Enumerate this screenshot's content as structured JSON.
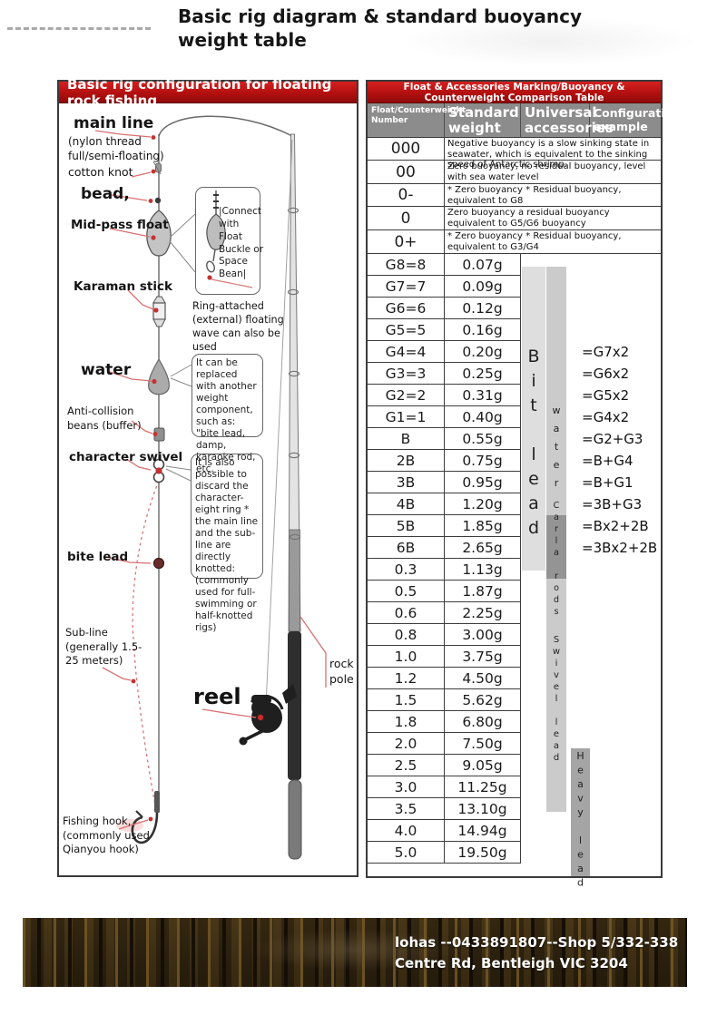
{
  "title": {
    "line1": "Basic rig diagram & standard buoyancy",
    "line2": "weight table"
  },
  "left_panel": {
    "header": "Basic rig configuration for floating rock fishing",
    "labels": {
      "main_line": "main line",
      "nylon_note": "(nylon thread full/semi-floating)",
      "cotton_knot": "cotton knot",
      "bead": "bead,",
      "mid_pass_float": "Mid-pass float",
      "karaman_stick": "Karaman stick",
      "water": "water",
      "anti_collision": "Anti-collision beans (buffer)",
      "character_swivel": "character swivel",
      "bite_lead": "bite lead",
      "sub_line": "Sub-line (generally 1.5-25 meters)",
      "fishing_hook": "Fishing hook, (commonly used Qianyou hook)",
      "reel": "reel",
      "rock_pole": "rock pole"
    },
    "callouts": {
      "float_buckle": "|Connect with Float Buckle or Space Bean|",
      "ring_attached": "Ring-attached (external) floating wave can also be used",
      "replace_weight": "It can be replaced with another weight component, such as: \"bite lead, damp, karaoke rod, etc.",
      "discard_ring": "It is also possible to discard the character-eight ring * the main line and the sub-line are directly knotted: (commonly used for full-swimming or half-knotted rigs)"
    }
  },
  "right_panel": {
    "header": "Float & Accessories Marking/Buoyancy & Counterweight Comparison Table",
    "columns": {
      "col1": "Float/Counterweight Number",
      "col2": "Standard weight",
      "col3": "Universal accessories",
      "col4": "Configuration example"
    },
    "buoyancy_rows": [
      {
        "number": "000",
        "description": "Negative buoyancy is a slow sinking state in seawater, which is equivalent to the sinking speed of Antarctic shrimp."
      },
      {
        "number": "00",
        "description": "Zero buoyancy, no residual buoyancy, level with sea water level"
      },
      {
        "number": "0-",
        "description": "* Zero buoyancy * Residual buoyancy, equivalent to G8"
      },
      {
        "number": "0",
        "description": "Zero buoyancy a residual buoyancy equivalent to G5/G6 buoyancy"
      },
      {
        "number": "0+",
        "description": "* Zero buoyancy * Residual buoyancy, equivalent to G3/G4"
      }
    ],
    "weight_rows": [
      {
        "number": "G8=8",
        "weight": "0.07g",
        "example": ""
      },
      {
        "number": "G7=7",
        "weight": "0.09g",
        "example": ""
      },
      {
        "number": "G6=6",
        "weight": "0.12g",
        "example": ""
      },
      {
        "number": "G5=5",
        "weight": "0.16g",
        "example": ""
      },
      {
        "number": "G4=4",
        "weight": "0.20g",
        "example": "=G7x2"
      },
      {
        "number": "G3=3",
        "weight": "0.25g",
        "example": "=G6x2"
      },
      {
        "number": "G2=2",
        "weight": "0.31g",
        "example": "=G5x2"
      },
      {
        "number": "G1=1",
        "weight": "0.40g",
        "example": "=G4x2"
      },
      {
        "number": "B",
        "weight": "0.55g",
        "example": "=G2+G3"
      },
      {
        "number": "2B",
        "weight": "0.75g",
        "example": "=B+G4"
      },
      {
        "number": "3B",
        "weight": "0.95g",
        "example": "=B+G1"
      },
      {
        "number": "4B",
        "weight": "1.20g",
        "example": "=3B+G3"
      },
      {
        "number": "5B",
        "weight": "1.85g",
        "example": "=Bx2+2B"
      },
      {
        "number": "6B",
        "weight": "2.65g",
        "example": "=3Bx2+2B"
      },
      {
        "number": "0.3",
        "weight": "1.13g",
        "example": ""
      },
      {
        "number": "0.5",
        "weight": "1.87g",
        "example": ""
      },
      {
        "number": "0.6",
        "weight": "2.25g",
        "example": ""
      },
      {
        "number": "0.8",
        "weight": "3.00g",
        "example": ""
      },
      {
        "number": "1.0",
        "weight": "3.75g",
        "example": ""
      },
      {
        "number": "1.2",
        "weight": "4.50g",
        "example": ""
      },
      {
        "number": "1.5",
        "weight": "5.62g",
        "example": ""
      },
      {
        "number": "1.8",
        "weight": "6.80g",
        "example": ""
      },
      {
        "number": "2.0",
        "weight": "7.50g",
        "example": ""
      },
      {
        "number": "2.5",
        "weight": "9.05g",
        "example": ""
      },
      {
        "number": "3.0",
        "weight": "11.25g",
        "example": ""
      },
      {
        "number": "3.5",
        "weight": "13.10g",
        "example": ""
      },
      {
        "number": "4.0",
        "weight": "14.94g",
        "example": ""
      },
      {
        "number": "5.0",
        "weight": "19.50g",
        "example": ""
      }
    ],
    "bars": {
      "bit_lead": "Bit lead",
      "water": "water",
      "carla_rods": "Carla rods",
      "swivel_lead": "Swivel lead",
      "heavy_lead": "Heavy lead"
    }
  },
  "footer": {
    "line1": "lohas --0433891807--Shop 5/332-338",
    "line2": "Centre Rd, Bentleigh VIC 3204"
  },
  "colors": {
    "header_red": "#b31010",
    "table_header_gray": "#8c8c8c",
    "accent_red": "#cc3333"
  }
}
